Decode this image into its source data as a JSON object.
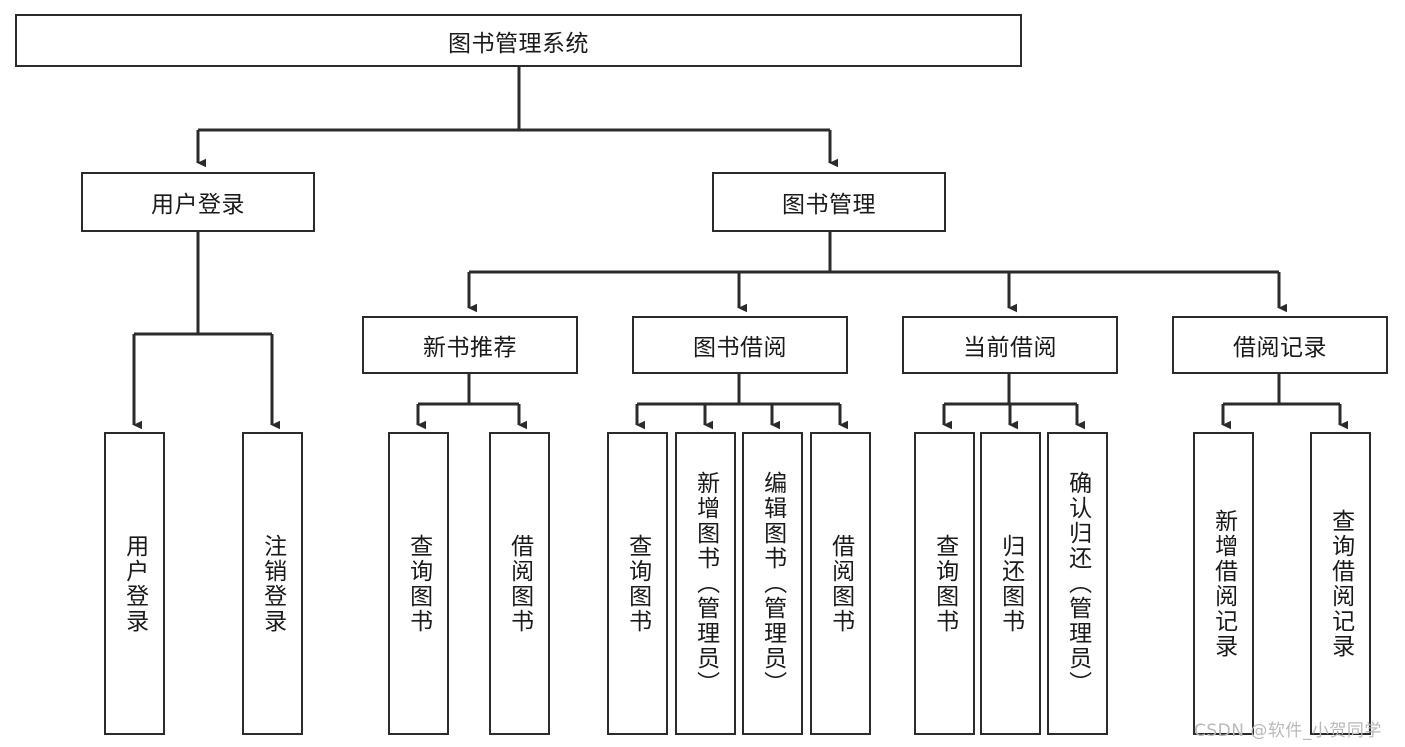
{
  "diagram": {
    "type": "tree",
    "title": "图书管理系统",
    "orientation": "top-down",
    "colors": {
      "background": "#ffffff",
      "node_border": "#2b2b2b",
      "node_fill": "#ffffff",
      "edge": "#2b2b2b",
      "text": "#1a1a1a",
      "watermark": "#b9b9b9"
    },
    "nodes": {
      "root": {
        "label": "图书管理系统"
      },
      "level1": [
        {
          "label": "用户登录"
        },
        {
          "label": "图书管理"
        }
      ],
      "level2": [
        {
          "label": "新书推荐"
        },
        {
          "label": "图书借阅"
        },
        {
          "label": "当前借阅"
        },
        {
          "label": "借阅记录"
        }
      ],
      "leaves_user_login": [
        {
          "label": "用户登录"
        },
        {
          "label": "注销登录"
        }
      ],
      "leaves_new_book": [
        {
          "label": "查询图书"
        },
        {
          "label": "借阅图书"
        }
      ],
      "leaves_borrow": [
        {
          "label": "查询图书"
        },
        {
          "label": "新增图书（管理员）"
        },
        {
          "label": "编辑图书（管理员）"
        },
        {
          "label": "借阅图书"
        }
      ],
      "leaves_current": [
        {
          "label": "查询图书"
        },
        {
          "label": "归还图书"
        },
        {
          "label": "确认归还（管理员）"
        }
      ],
      "leaves_record": [
        {
          "label": "新增借阅记录"
        },
        {
          "label": "查询借阅记录"
        }
      ]
    },
    "watermark": "CSDN @软件_小贺同学"
  }
}
